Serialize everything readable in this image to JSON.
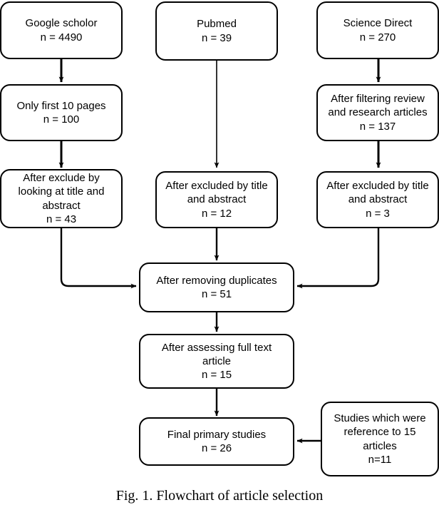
{
  "figure": {
    "caption": "Fig. 1. Flowchart of article selection",
    "stroke_color": "#000000",
    "background_color": "#ffffff"
  },
  "chart_data": {
    "type": "diagram",
    "title": "Fig. 1. Flowchart of article selection",
    "nodes": [
      {
        "id": "google-scholar",
        "label": "Google scholor\nn = 4490",
        "column": 1,
        "row": 1
      },
      {
        "id": "pubmed",
        "label": "Pubmed\nn = 39",
        "column": 2,
        "row": 1
      },
      {
        "id": "science-direct",
        "label": "Science Direct\nn =  270",
        "column": 3,
        "row": 1
      },
      {
        "id": "only-first-10-pages",
        "label": "Only first 10 pages\nn = 100",
        "column": 1,
        "row": 2
      },
      {
        "id": "after-filtering-review",
        "label": "After filtering review\nand research articles\nn =  137",
        "column": 3,
        "row": 2
      },
      {
        "id": "after-exclude-looking",
        "label": "After exclude by\nlooking at title and\nabstract\nn = 43",
        "column": 1,
        "row": 3
      },
      {
        "id": "after-excluded-title-pubmed",
        "label": "After excluded by title\nand abstract\nn = 12",
        "column": 2,
        "row": 3
      },
      {
        "id": "after-excluded-title-science",
        "label": "After excluded by title\nand abstract\nn = 3",
        "column": 3,
        "row": 3
      },
      {
        "id": "after-removing-duplicates",
        "label": "After removing duplicates\nn = 51",
        "column": 2,
        "row": 4
      },
      {
        "id": "after-assessing-full-text",
        "label": "After assessing full text\narticle\nn = 15",
        "column": 2,
        "row": 5
      },
      {
        "id": "final-primary-studies",
        "label": "Final primary studies\nn = 26",
        "column": 2,
        "row": 6
      },
      {
        "id": "studies-reference",
        "label": "Studies which were\nreference to 15\narticles\nn=11",
        "column": 3,
        "row": 6
      }
    ],
    "edges": [
      {
        "from": "google-scholar",
        "to": "only-first-10-pages"
      },
      {
        "from": "only-first-10-pages",
        "to": "after-exclude-looking"
      },
      {
        "from": "science-direct",
        "to": "after-filtering-review"
      },
      {
        "from": "after-filtering-review",
        "to": "after-excluded-title-science"
      },
      {
        "from": "pubmed",
        "to": "after-excluded-title-pubmed"
      },
      {
        "from": "after-exclude-looking",
        "to": "after-removing-duplicates"
      },
      {
        "from": "after-excluded-title-pubmed",
        "to": "after-removing-duplicates"
      },
      {
        "from": "after-excluded-title-science",
        "to": "after-removing-duplicates"
      },
      {
        "from": "after-removing-duplicates",
        "to": "after-assessing-full-text"
      },
      {
        "from": "after-assessing-full-text",
        "to": "final-primary-studies"
      },
      {
        "from": "studies-reference",
        "to": "final-primary-studies"
      }
    ]
  }
}
